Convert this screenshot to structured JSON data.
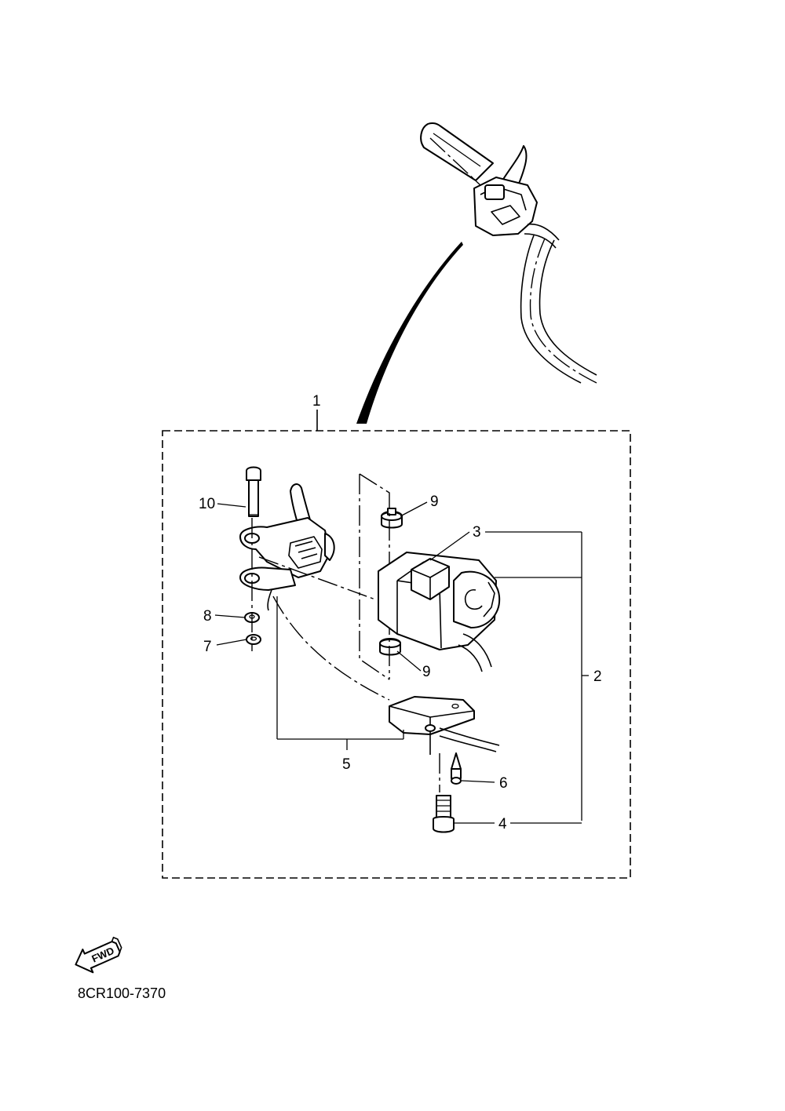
{
  "diagram": {
    "callouts": {
      "c1": "1",
      "c2": "2",
      "c3": "3",
      "c4": "4",
      "c5": "5",
      "c6": "6",
      "c7": "7",
      "c8": "8",
      "c9_top": "9",
      "c9_bottom": "9",
      "c10": "10"
    },
    "fwd_label": "FWD",
    "diagram_code": "8CR100-7370"
  }
}
